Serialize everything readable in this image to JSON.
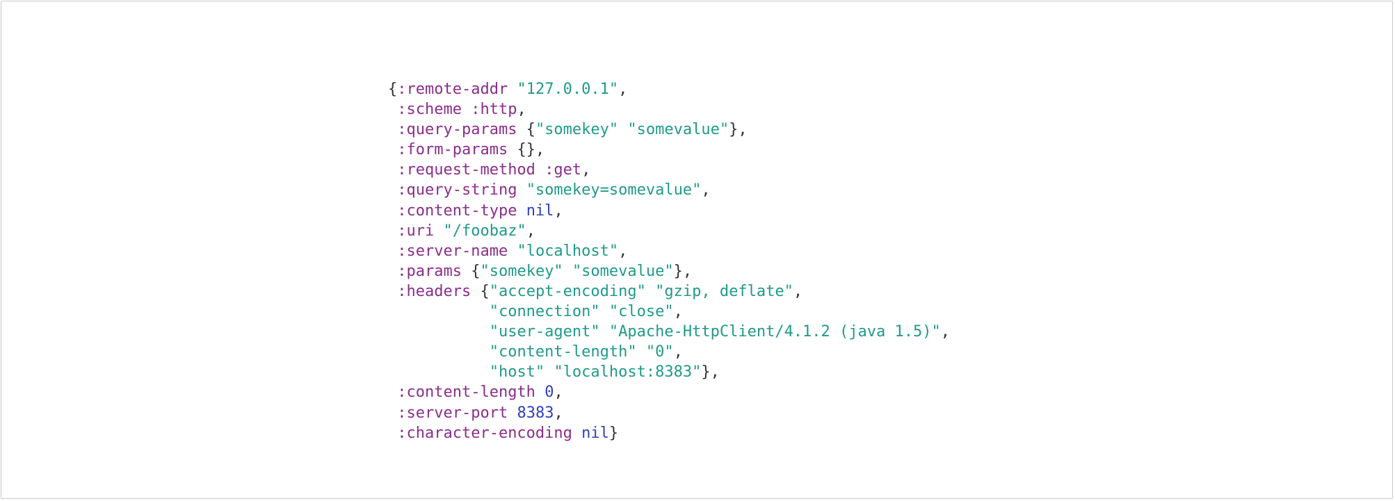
{
  "code": {
    "lines": [
      [
        {
          "t": "p",
          "v": "{"
        },
        {
          "t": "k",
          "v": ":remote-addr"
        },
        {
          "t": "p",
          "v": " "
        },
        {
          "t": "s",
          "v": "\"127.0.0.1\""
        },
        {
          "t": "p",
          "v": ","
        }
      ],
      [
        {
          "t": "p",
          "v": " "
        },
        {
          "t": "k",
          "v": ":scheme"
        },
        {
          "t": "p",
          "v": " "
        },
        {
          "t": "k",
          "v": ":http"
        },
        {
          "t": "p",
          "v": ","
        }
      ],
      [
        {
          "t": "p",
          "v": " "
        },
        {
          "t": "k",
          "v": ":query-params"
        },
        {
          "t": "p",
          "v": " {"
        },
        {
          "t": "s",
          "v": "\"somekey\""
        },
        {
          "t": "p",
          "v": " "
        },
        {
          "t": "s",
          "v": "\"somevalue\""
        },
        {
          "t": "p",
          "v": "},"
        }
      ],
      [
        {
          "t": "p",
          "v": " "
        },
        {
          "t": "k",
          "v": ":form-params"
        },
        {
          "t": "p",
          "v": " {},"
        }
      ],
      [
        {
          "t": "p",
          "v": " "
        },
        {
          "t": "k",
          "v": ":request-method"
        },
        {
          "t": "p",
          "v": " "
        },
        {
          "t": "k",
          "v": ":get"
        },
        {
          "t": "p",
          "v": ","
        }
      ],
      [
        {
          "t": "p",
          "v": " "
        },
        {
          "t": "k",
          "v": ":query-string"
        },
        {
          "t": "p",
          "v": " "
        },
        {
          "t": "s",
          "v": "\"somekey=somevalue\""
        },
        {
          "t": "p",
          "v": ","
        }
      ],
      [
        {
          "t": "p",
          "v": " "
        },
        {
          "t": "k",
          "v": ":content-type"
        },
        {
          "t": "p",
          "v": " "
        },
        {
          "t": "n",
          "v": "nil"
        },
        {
          "t": "p",
          "v": ","
        }
      ],
      [
        {
          "t": "p",
          "v": " "
        },
        {
          "t": "k",
          "v": ":uri"
        },
        {
          "t": "p",
          "v": " "
        },
        {
          "t": "s",
          "v": "\"/foobaz\""
        },
        {
          "t": "p",
          "v": ","
        }
      ],
      [
        {
          "t": "p",
          "v": " "
        },
        {
          "t": "k",
          "v": ":server-name"
        },
        {
          "t": "p",
          "v": " "
        },
        {
          "t": "s",
          "v": "\"localhost\""
        },
        {
          "t": "p",
          "v": ","
        }
      ],
      [
        {
          "t": "p",
          "v": " "
        },
        {
          "t": "k",
          "v": ":params"
        },
        {
          "t": "p",
          "v": " {"
        },
        {
          "t": "s",
          "v": "\"somekey\""
        },
        {
          "t": "p",
          "v": " "
        },
        {
          "t": "s",
          "v": "\"somevalue\""
        },
        {
          "t": "p",
          "v": "},"
        }
      ],
      [
        {
          "t": "p",
          "v": " "
        },
        {
          "t": "k",
          "v": ":headers"
        },
        {
          "t": "p",
          "v": " {"
        },
        {
          "t": "s",
          "v": "\"accept-encoding\""
        },
        {
          "t": "p",
          "v": " "
        },
        {
          "t": "s",
          "v": "\"gzip, deflate\""
        },
        {
          "t": "p",
          "v": ","
        }
      ],
      [
        {
          "t": "p",
          "v": "           "
        },
        {
          "t": "s",
          "v": "\"connection\""
        },
        {
          "t": "p",
          "v": " "
        },
        {
          "t": "s",
          "v": "\"close\""
        },
        {
          "t": "p",
          "v": ","
        }
      ],
      [
        {
          "t": "p",
          "v": "           "
        },
        {
          "t": "s",
          "v": "\"user-agent\""
        },
        {
          "t": "p",
          "v": " "
        },
        {
          "t": "s",
          "v": "\"Apache-HttpClient/4.1.2 (java 1.5)\""
        },
        {
          "t": "p",
          "v": ","
        }
      ],
      [
        {
          "t": "p",
          "v": "           "
        },
        {
          "t": "s",
          "v": "\"content-length\""
        },
        {
          "t": "p",
          "v": " "
        },
        {
          "t": "s",
          "v": "\"0\""
        },
        {
          "t": "p",
          "v": ","
        }
      ],
      [
        {
          "t": "p",
          "v": "           "
        },
        {
          "t": "s",
          "v": "\"host\""
        },
        {
          "t": "p",
          "v": " "
        },
        {
          "t": "s",
          "v": "\"localhost:8383\""
        },
        {
          "t": "p",
          "v": "},"
        }
      ],
      [
        {
          "t": "p",
          "v": " "
        },
        {
          "t": "k",
          "v": ":content-length"
        },
        {
          "t": "p",
          "v": " "
        },
        {
          "t": "n",
          "v": "0"
        },
        {
          "t": "p",
          "v": ","
        }
      ],
      [
        {
          "t": "p",
          "v": " "
        },
        {
          "t": "k",
          "v": ":server-port"
        },
        {
          "t": "p",
          "v": " "
        },
        {
          "t": "n",
          "v": "8383"
        },
        {
          "t": "p",
          "v": ","
        }
      ],
      [
        {
          "t": "p",
          "v": " "
        },
        {
          "t": "k",
          "v": ":character-encoding"
        },
        {
          "t": "p",
          "v": " "
        },
        {
          "t": "n",
          "v": "nil"
        },
        {
          "t": "p",
          "v": "}"
        }
      ]
    ]
  },
  "colors": {
    "keyword": "#8b2d8b",
    "string": "#1f9a8a",
    "number": "#2f3fbf",
    "punctuation": "#333333",
    "border": "#c8c8c8",
    "background": "#ffffff"
  }
}
